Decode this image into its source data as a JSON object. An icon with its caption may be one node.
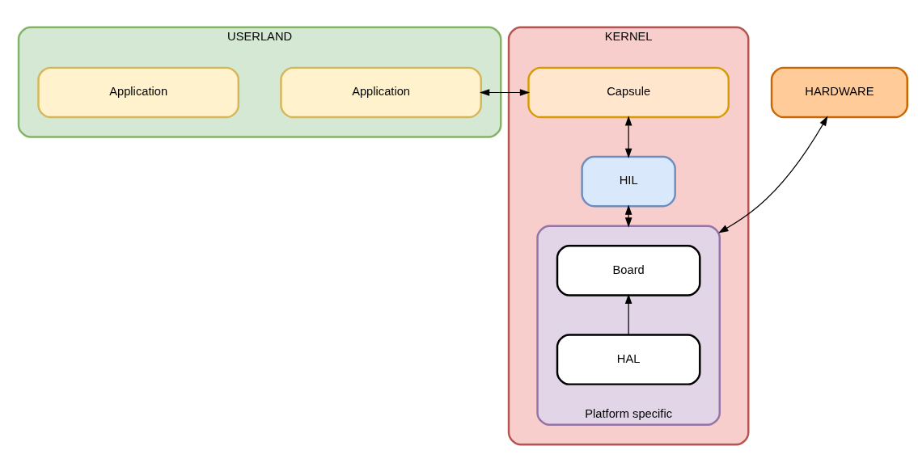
{
  "diagram": {
    "nodes": [
      {
        "text": [
          "USERLAND"
        ]
      },
      {
        "text": [
          "Application"
        ],
        "in": 0
      },
      {
        "text": [
          "Application"
        ],
        "in": 0
      },
      {
        "text": [
          "KERNEL"
        ]
      },
      {
        "text": [
          "Capsule"
        ],
        "in": 3
      },
      {
        "text": [
          "HIL"
        ],
        "in": 3
      },
      {
        "text": [
          "Platform specific"
        ],
        "in": 3
      },
      {
        "text": [
          "Board"
        ],
        "in": 6
      },
      {
        "text": [
          "HAL"
        ],
        "in": 6
      },
      {
        "text": [
          "HARDWARE"
        ]
      }
    ],
    "edges": [
      {
        "from": 1,
        "to": 4,
        "arrow": "both"
      },
      {
        "from": 4,
        "to": 5,
        "arrow": "both"
      },
      {
        "from": 5,
        "to": 6,
        "arrow": "both"
      },
      {
        "from": 8,
        "to": 7,
        "arrow": "to"
      },
      {
        "from": 6,
        "to": 9,
        "arrow": "both"
      }
    ]
  }
}
